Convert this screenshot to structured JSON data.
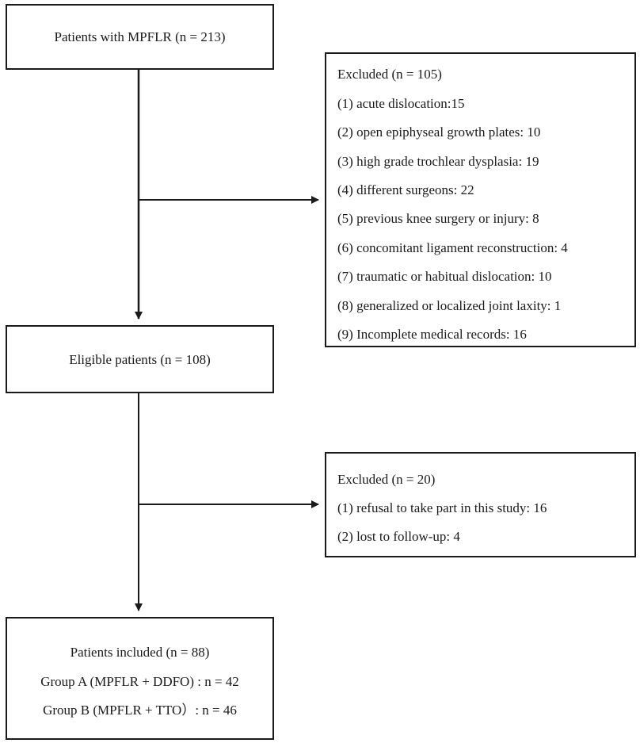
{
  "flowchart": {
    "start_box": {
      "text": "Patients with MPFLR (n = 213)"
    },
    "excluded_1": {
      "title": "Excluded (n = 105)",
      "items": [
        "(1) acute dislocation:15",
        "(2) open epiphyseal growth plates: 10",
        "(3) high grade trochlear dysplasia: 19",
        "(4) different surgeons: 22",
        "(5) previous knee surgery or injury: 8",
        "(6) concomitant ligament reconstruction: 4",
        "(7) traumatic or habitual dislocation: 10",
        "(8) generalized or localized joint laxity: 1",
        "(9) Incomplete medical records: 16"
      ]
    },
    "eligible_box": {
      "text": "Eligible patients (n = 108)"
    },
    "excluded_2": {
      "title": "Excluded (n = 20)",
      "items": [
        "(1) refusal to take part in this study: 16",
        "(2) lost to follow-up: 4"
      ]
    },
    "included_box": {
      "title": "Patients included (n = 88)",
      "group_a": "Group A (MPFLR + DDFO) : n = 42",
      "group_b": "Group B (MPFLR + TTO）: n = 46"
    }
  },
  "colors": {
    "line": "#1a1a1a",
    "background": "#ffffff"
  }
}
